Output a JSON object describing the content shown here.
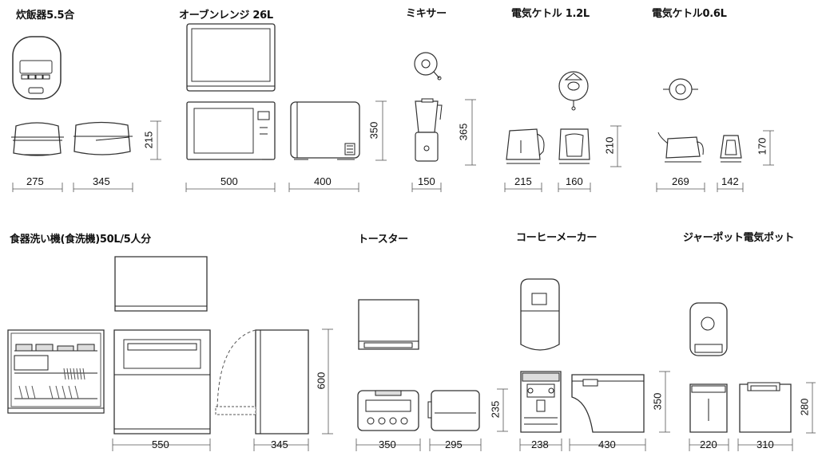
{
  "titles": {
    "rice_cooker": "炊飯器5.5合",
    "microwave": "オーブンレンジ 26L",
    "mixer": "ミキサー",
    "kettle_12": "電気ケトル 1.2L",
    "kettle_06": "電気ケトル0.6L",
    "dishwasher": "食器洗い機(食洗機)50L/5人分",
    "toaster": "トースター",
    "coffee": "コーヒーメーカー",
    "pot": "ジャーポット電気ポット"
  },
  "dims": {
    "rice_w1": "275",
    "rice_w2": "345",
    "rice_h": "215",
    "micro_w1": "500",
    "micro_w2": "400",
    "micro_h": "350",
    "mixer_w": "150",
    "mixer_h": "365",
    "k12_w1": "215",
    "k12_w2": "160",
    "k12_h": "210",
    "k06_w1": "269",
    "k06_w2": "142",
    "k06_h": "170",
    "dish_w1": "550",
    "dish_w2": "345",
    "dish_h": "600",
    "toast_w1": "350",
    "toast_w2": "295",
    "toast_h": "235",
    "coffee_w1": "238",
    "coffee_w2": "430",
    "coffee_h": "350",
    "pot_w1": "220",
    "pot_w2": "310",
    "pot_h": "280"
  }
}
